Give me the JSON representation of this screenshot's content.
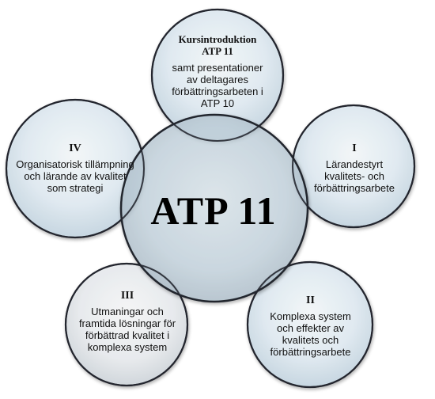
{
  "center": {
    "title": "ATP 11"
  },
  "nodes": {
    "top": {
      "heading_line1": "Kursintroduktion",
      "heading_line2": "ATP 11",
      "body": "samt presentationer av deltagares förbättringsarbeten i ATP 10"
    },
    "right": {
      "numeral": "I",
      "body": "Lärandestyrt kvalitets- och förbättringsarbete"
    },
    "bottom_right": {
      "numeral": "II",
      "body": "Komplexa system och effekter av kvalitets och förbättringsarbete"
    },
    "bottom_left": {
      "numeral": "III",
      "body": "Utmaningar och framtida lösningar för förbättrad kvalitet i komplexa system"
    },
    "left": {
      "numeral": "IV",
      "body": "Organisatorisk tillämpning och lärande av kvalitet som strategi"
    }
  },
  "colors": {
    "ring_stroke": "#23262e",
    "center_fill": "#c9d8e2",
    "satellite_fill": "#e4eef5",
    "bottom_left_fill": "#eef1f4"
  }
}
